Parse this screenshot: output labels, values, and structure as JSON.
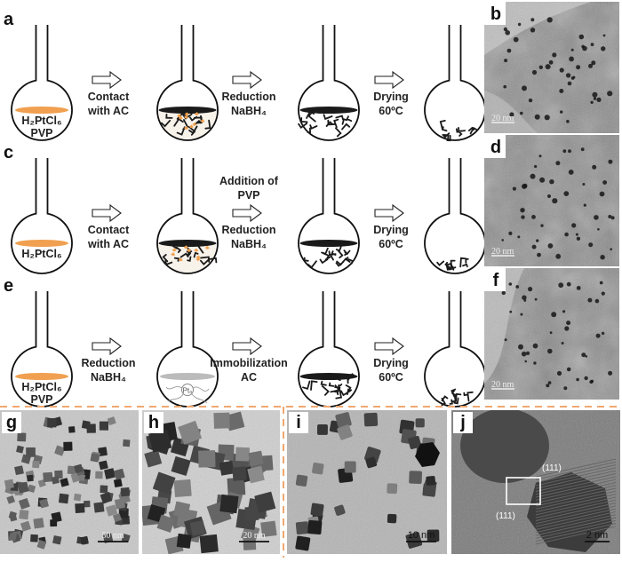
{
  "rows": [
    {
      "letter": "a",
      "flask1_label_lines": [
        "H₂PtCl₆",
        "PVP"
      ],
      "steps": [
        [
          "Contact",
          "with AC"
        ],
        [
          "Reduction",
          "NaBH₄"
        ],
        [
          "Drying",
          "60ºC"
        ]
      ],
      "image_letter": "b",
      "scale_label": "20 nm"
    },
    {
      "letter": "c",
      "flask1_label_lines": [
        "H₂PtCl₆"
      ],
      "steps": [
        [
          "Contact",
          "with AC"
        ],
        [
          "Reduction",
          "NaBH₄"
        ],
        [
          "Drying",
          "60ºC"
        ]
      ],
      "extra_step_top": [
        "Addition of",
        "PVP"
      ],
      "image_letter": "d",
      "scale_label": "20 nm"
    },
    {
      "letter": "e",
      "flask1_label_lines": [
        "H₂PtCl₆",
        "PVP"
      ],
      "flask2_label": "Pt₀",
      "steps": [
        [
          "Reduction",
          "NaBH₄"
        ],
        [
          "Immobilization",
          "AC"
        ],
        [
          "Drying",
          "60ºC"
        ]
      ],
      "image_letter": "f",
      "scale_label": "20 nm"
    }
  ],
  "bottom_panels": [
    {
      "letter": "g",
      "scale_label": "50 nm"
    },
    {
      "letter": "h",
      "scale_label": "20 nm"
    },
    {
      "letter": "i",
      "scale_label": "10 nm"
    },
    {
      "letter": "j",
      "scale_label": "2 nm",
      "plane_labels": [
        "(111)",
        "(111)"
      ]
    }
  ],
  "colors": {
    "solution": "#f0a050",
    "carbon": "#1a1a1a",
    "divider": "#f0a870"
  }
}
